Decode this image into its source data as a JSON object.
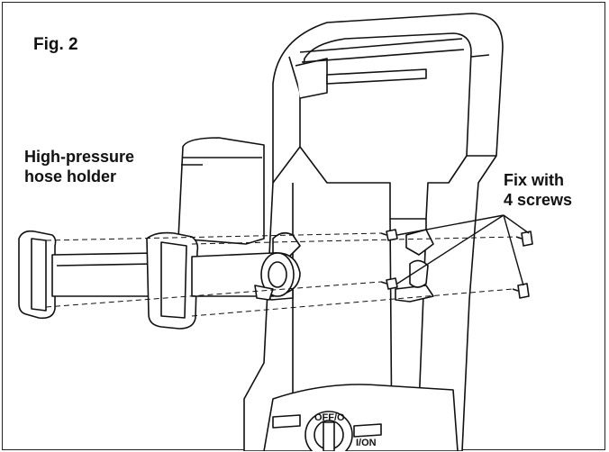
{
  "figure": {
    "label": "Fig. 2",
    "callouts": {
      "hose_holder": [
        "High-pressure",
        "hose holder"
      ],
      "screws": [
        "Fix with",
        "4 screws"
      ]
    },
    "switch_labels": {
      "off": "OFF/O",
      "on": "I/ON"
    }
  },
  "colors": {
    "line": "#111111",
    "background": "#ffffff"
  }
}
